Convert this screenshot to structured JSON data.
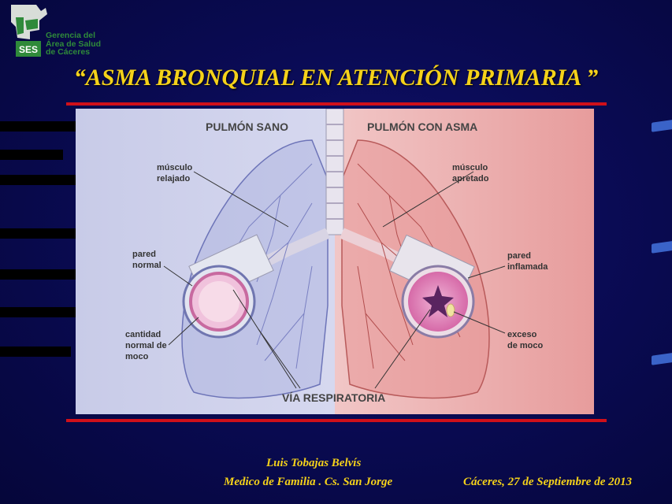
{
  "logo": {
    "abbr": "SES",
    "org_lines": [
      "Gerencia del",
      "Área de Salud",
      "de Cáceres"
    ]
  },
  "title": "“ASMA BRONQUIAL EN ATENCIÓN PRIMARIA ”",
  "diagram": {
    "healthy_heading": "PULMÓN SANO",
    "asthma_heading": "PULMÓN CON ASMA",
    "labels": {
      "relaxed_muscle": [
        "músculo",
        "relajado"
      ],
      "normal_wall": [
        "pared",
        "normal"
      ],
      "normal_mucus": [
        "cantidad",
        "normal de",
        "moco"
      ],
      "tight_muscle": [
        "músculo",
        "apretado"
      ],
      "inflamed_wall": [
        "pared",
        "inflamada"
      ],
      "excess_mucus": [
        "exceso",
        "de moco"
      ],
      "airway": "VÍA RESPIRATORIA"
    }
  },
  "footer": {
    "author": "Luis Tobajas Belvís",
    "role": "Medico de Familia . Cs. San Jorge",
    "place_date": "Cáceres, 27 de Septiembre de 2013"
  },
  "colors": {
    "background": "#0a0b55",
    "title": "#f5d21a",
    "rule": "#d0101a",
    "logo_green": "#2f8a3a"
  }
}
